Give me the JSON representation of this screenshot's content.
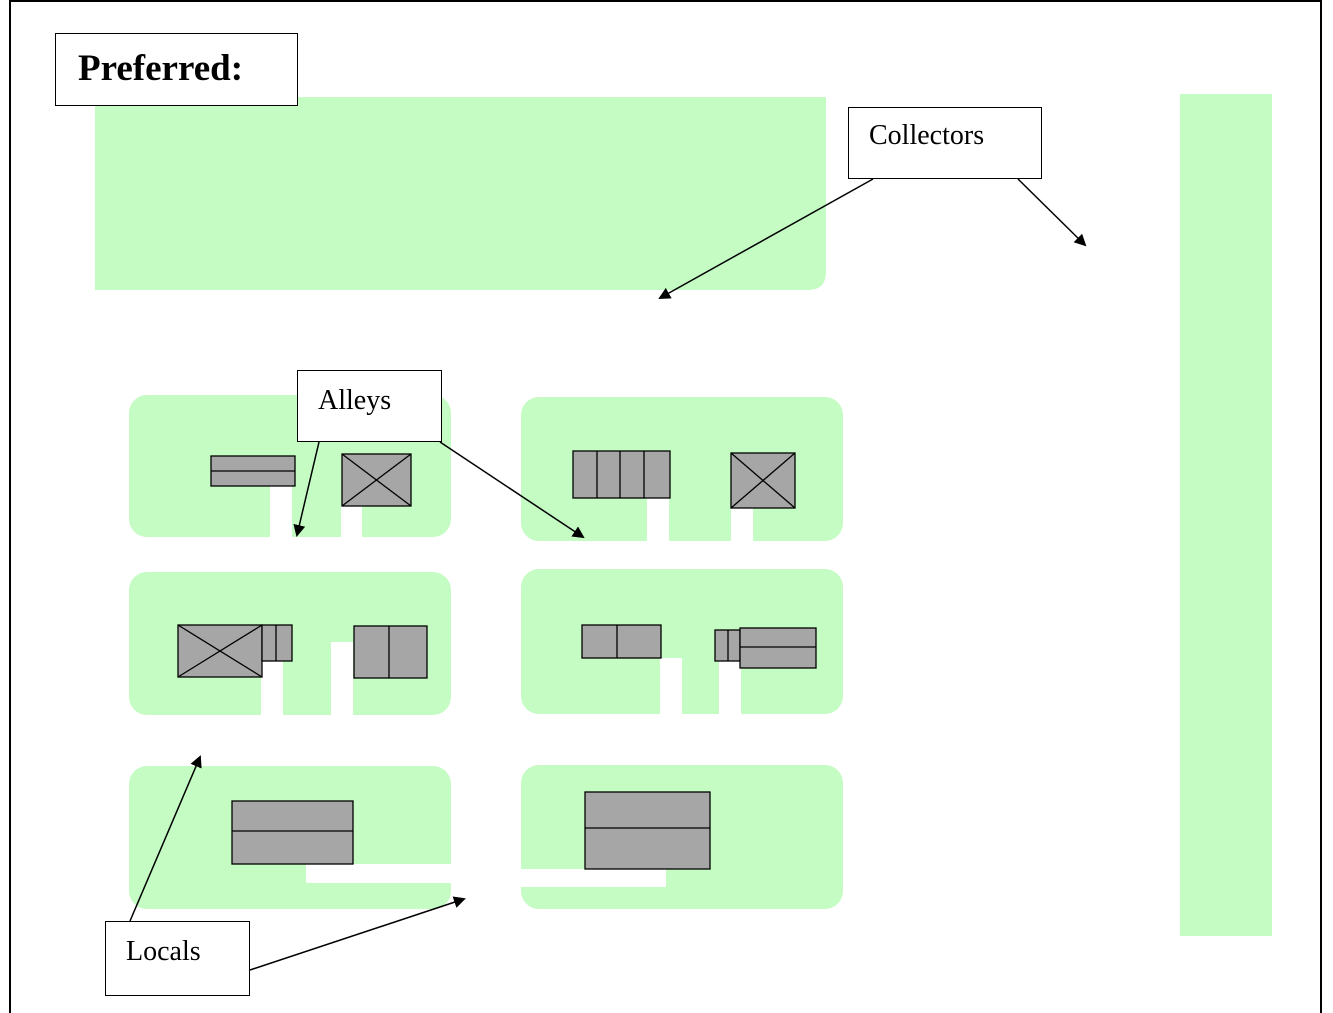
{
  "labels": {
    "title": "Preferred:",
    "collectors": "Collectors",
    "alleys": "Alleys",
    "locals": "Locals"
  },
  "colors": {
    "block_green": "#c4fcc4",
    "building_gray": "#a6a6a6",
    "outline": "#000000",
    "background": "#ffffff"
  }
}
